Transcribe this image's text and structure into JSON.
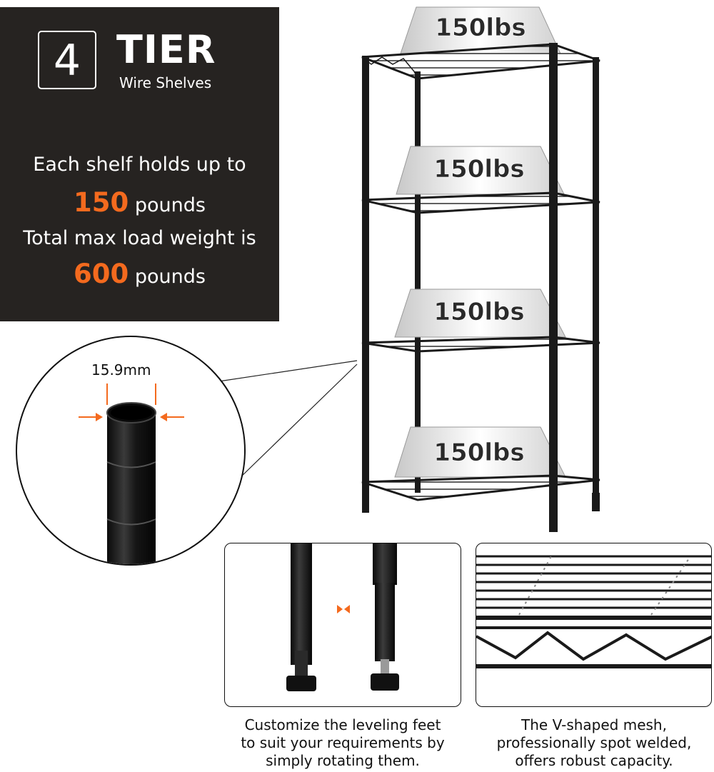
{
  "panel": {
    "tier_number": "4",
    "tier_word": "TIER",
    "subtitle": "Wire Shelves",
    "line1": "Each shelf holds up to",
    "line2_value": "150",
    "line2_unit": "pounds",
    "line3": "Total max load weight is",
    "line4_value": "600",
    "line4_unit": "pounds"
  },
  "weights": [
    "150lbs",
    "150lbs",
    "150lbs",
    "150lbs"
  ],
  "zoom": {
    "diameter_label": "15.9mm"
  },
  "captions": {
    "feet": [
      "Customize the leveling feet",
      "to suit your requirements by",
      "simply rotating them."
    ],
    "mesh": [
      "The V-shaped mesh,",
      "professionally spot welded,",
      "offers robust capacity."
    ]
  },
  "colors": {
    "accent": "#f46a1e",
    "panel": "#262321",
    "frame": "#1a1a1a"
  }
}
